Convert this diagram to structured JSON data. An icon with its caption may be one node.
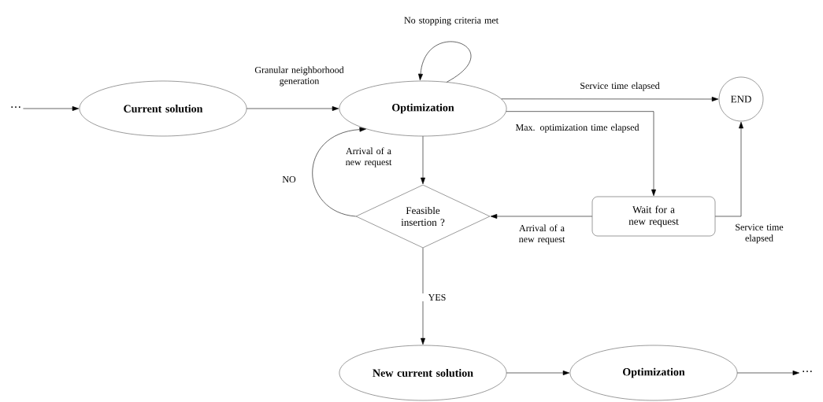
{
  "diagram": {
    "nodes": [
      {
        "text": [
          "⋯"
        ]
      },
      {
        "text": [
          "Current solution"
        ]
      },
      {
        "text": [
          "Optimization"
        ]
      },
      {
        "text": [
          "END"
        ]
      },
      {
        "text": [
          "Feasible insertion ?"
        ]
      },
      {
        "text": [
          "Wait for a new request"
        ]
      },
      {
        "text": [
          "New current solution"
        ]
      },
      {
        "text": [
          "Optimization"
        ]
      },
      {
        "text": [
          "⋯"
        ]
      }
    ],
    "edges": [
      {
        "from": 0,
        "to": 1,
        "arrow": "to"
      },
      {
        "from": 1,
        "to": 2,
        "arrow": "to",
        "label": "Granular neighborhood generation"
      },
      {
        "from": 2,
        "to": 2,
        "arrow": "to",
        "label": "No stopping criteria met"
      },
      {
        "from": 2,
        "to": 3,
        "arrow": "to",
        "label": "Service time elapsed"
      },
      {
        "from": 2,
        "to": 5,
        "arrow": "to",
        "label": "Max. optimization time elapsed"
      },
      {
        "from": 2,
        "to": 4,
        "arrow": "to",
        "label": "Arrival of a new request"
      },
      {
        "from": 4,
        "to": 2,
        "arrow": "to",
        "label": "NO"
      },
      {
        "from": 5,
        "to": 4,
        "arrow": "to",
        "label": "Arrival of a new request"
      },
      {
        "from": 5,
        "to": 3,
        "arrow": "to",
        "label": "Service time elapsed"
      },
      {
        "from": 4,
        "to": 6,
        "arrow": "to",
        "label": "YES"
      },
      {
        "from": 6,
        "to": 7,
        "arrow": "to"
      },
      {
        "from": 7,
        "to": 8,
        "arrow": "to"
      }
    ]
  }
}
